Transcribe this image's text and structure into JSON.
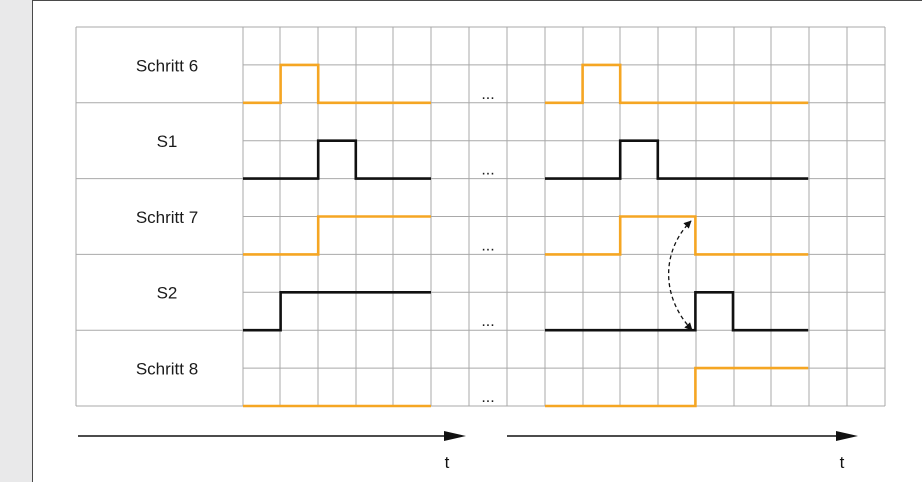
{
  "signals": [
    {
      "label": "Schritt 6",
      "color": "#f5a623",
      "left": [
        {
          "t": 0,
          "v": 0
        },
        {
          "t": 1,
          "v": 1
        },
        {
          "t": 2,
          "v": 0
        },
        {
          "t": 5,
          "v": 0
        }
      ],
      "right": [
        {
          "t": 0,
          "v": 0
        },
        {
          "t": 1,
          "v": 1
        },
        {
          "t": 2,
          "v": 0
        },
        {
          "t": 7,
          "v": 0
        }
      ]
    },
    {
      "label": "S1",
      "color": "#111111",
      "left": [
        {
          "t": 0,
          "v": 0
        },
        {
          "t": 2,
          "v": 1
        },
        {
          "t": 3,
          "v": 0
        },
        {
          "t": 5,
          "v": 0
        }
      ],
      "right": [
        {
          "t": 0,
          "v": 0
        },
        {
          "t": 2,
          "v": 1
        },
        {
          "t": 3,
          "v": 0
        },
        {
          "t": 7,
          "v": 0
        }
      ]
    },
    {
      "label": "Schritt 7",
      "color": "#f5a623",
      "left": [
        {
          "t": 0,
          "v": 0
        },
        {
          "t": 2,
          "v": 1
        },
        {
          "t": 5,
          "v": 1
        }
      ],
      "right": [
        {
          "t": 0,
          "v": 0
        },
        {
          "t": 2,
          "v": 1
        },
        {
          "t": 4,
          "v": 0
        },
        {
          "t": 7,
          "v": 0
        }
      ]
    },
    {
      "label": "S2",
      "color": "#111111",
      "left": [
        {
          "t": 0,
          "v": 0
        },
        {
          "t": 1,
          "v": 1
        },
        {
          "t": 5,
          "v": 1
        }
      ],
      "right": [
        {
          "t": 0,
          "v": 0
        },
        {
          "t": 4,
          "v": 1
        },
        {
          "t": 5,
          "v": 0
        },
        {
          "t": 7,
          "v": 0
        }
      ]
    },
    {
      "label": "Schritt 8",
      "color": "#f5a623",
      "left": [
        {
          "t": 0,
          "v": 0
        },
        {
          "t": 5,
          "v": 0
        }
      ],
      "right": [
        {
          "t": 0,
          "v": 0
        },
        {
          "t": 4,
          "v": 1
        },
        {
          "t": 7,
          "v": 1
        }
      ]
    }
  ],
  "ellipsis": "...",
  "axis_label_left": "t",
  "axis_label_right": "t",
  "colors": {
    "grid": "#a9a9a9",
    "orange": "#f5a623",
    "black": "#111111"
  }
}
